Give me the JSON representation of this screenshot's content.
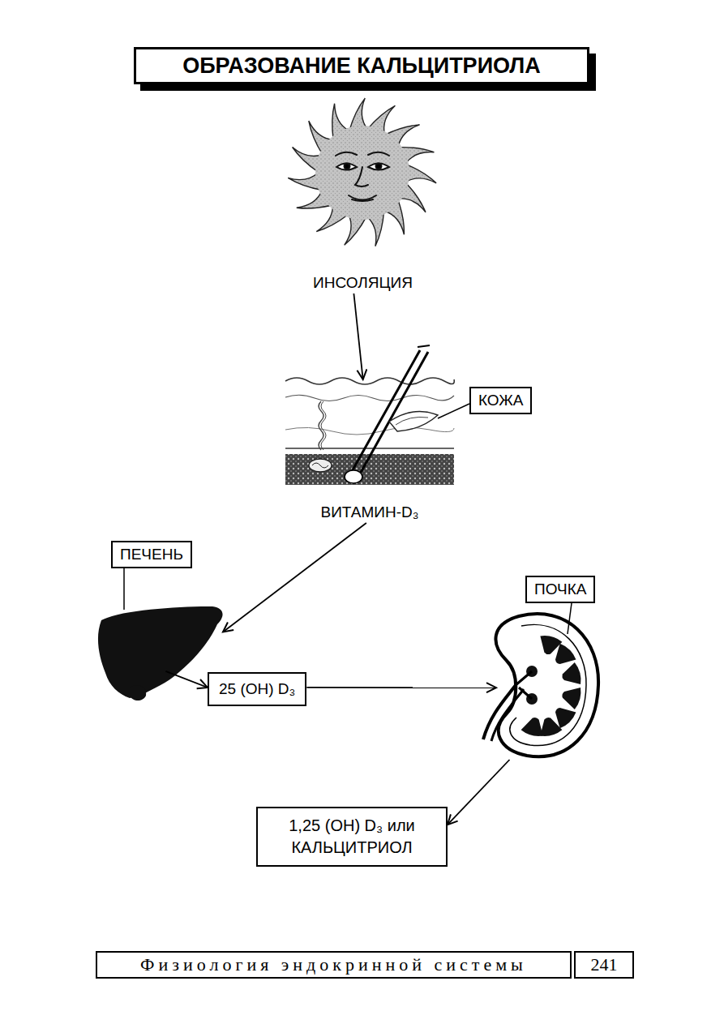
{
  "diagram": {
    "title": "ОБРАЗОВАНИЕ КАЛЬЦИТРИОЛА",
    "nodes": [
      {
        "text": [
          "ИНСОЛЯЦИЯ"
        ]
      },
      {
        "text": [
          "КОЖА",
          "ВИТАМИН-D₃"
        ]
      },
      {
        "text": [
          "ПЕЧЕНЬ"
        ]
      },
      {
        "text": [
          "25 (OH) D₃"
        ]
      },
      {
        "text": [
          "ПОЧКА"
        ]
      },
      {
        "text": [
          "1,25 (OH) D₃ или КАЛЬЦИТРИОЛ"
        ]
      },
      {
        "text": [
          "Физиология эндокринной системы"
        ]
      },
      {
        "text": [
          "241"
        ]
      }
    ],
    "edges": [
      {
        "from": 0,
        "to": 1,
        "arrow": "to"
      },
      {
        "from": 1,
        "to": 2,
        "arrow": "to"
      },
      {
        "from": 2,
        "to": 3,
        "arrow": "to"
      },
      {
        "from": 3,
        "to": 4,
        "arrow": "to"
      },
      {
        "from": 4,
        "to": 5,
        "arrow": "to"
      }
    ]
  }
}
